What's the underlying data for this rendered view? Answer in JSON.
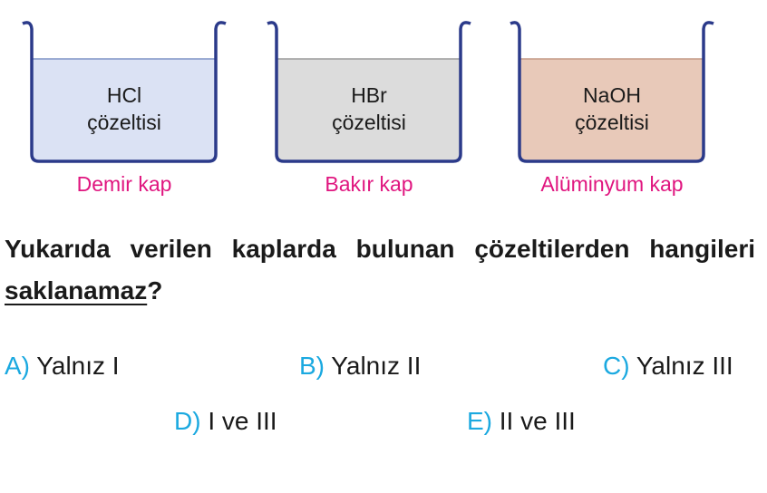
{
  "beakers": [
    {
      "solution": "HCl",
      "word": "çözeltisi",
      "container": "Demir kap",
      "fill": "#dbe2f4"
    },
    {
      "solution": "HBr",
      "word": "çözeltisi",
      "container": "Bakır kap",
      "fill": "#dcdcdc"
    },
    {
      "solution": "NaOH",
      "word": "çözeltisi",
      "container": "Alüminyum kap",
      "fill": "#e8c9b9"
    }
  ],
  "question": {
    "text": "Yukarıda verilen kaplarda bulunan çözeltilerden hangileri ",
    "emph": "saklanamaz",
    "end": "?"
  },
  "options": [
    {
      "letter": "A)",
      "text": "Yalnız I"
    },
    {
      "letter": "B)",
      "text": "Yalnız II"
    },
    {
      "letter": "C)",
      "text": "Yalnız III"
    },
    {
      "letter": "D)",
      "text": "I ve III"
    },
    {
      "letter": "E)",
      "text": "II ve III"
    }
  ],
  "colors": {
    "label": "#e0157f",
    "letter": "#1ba9e0",
    "stroke": "#2b3a8a"
  }
}
